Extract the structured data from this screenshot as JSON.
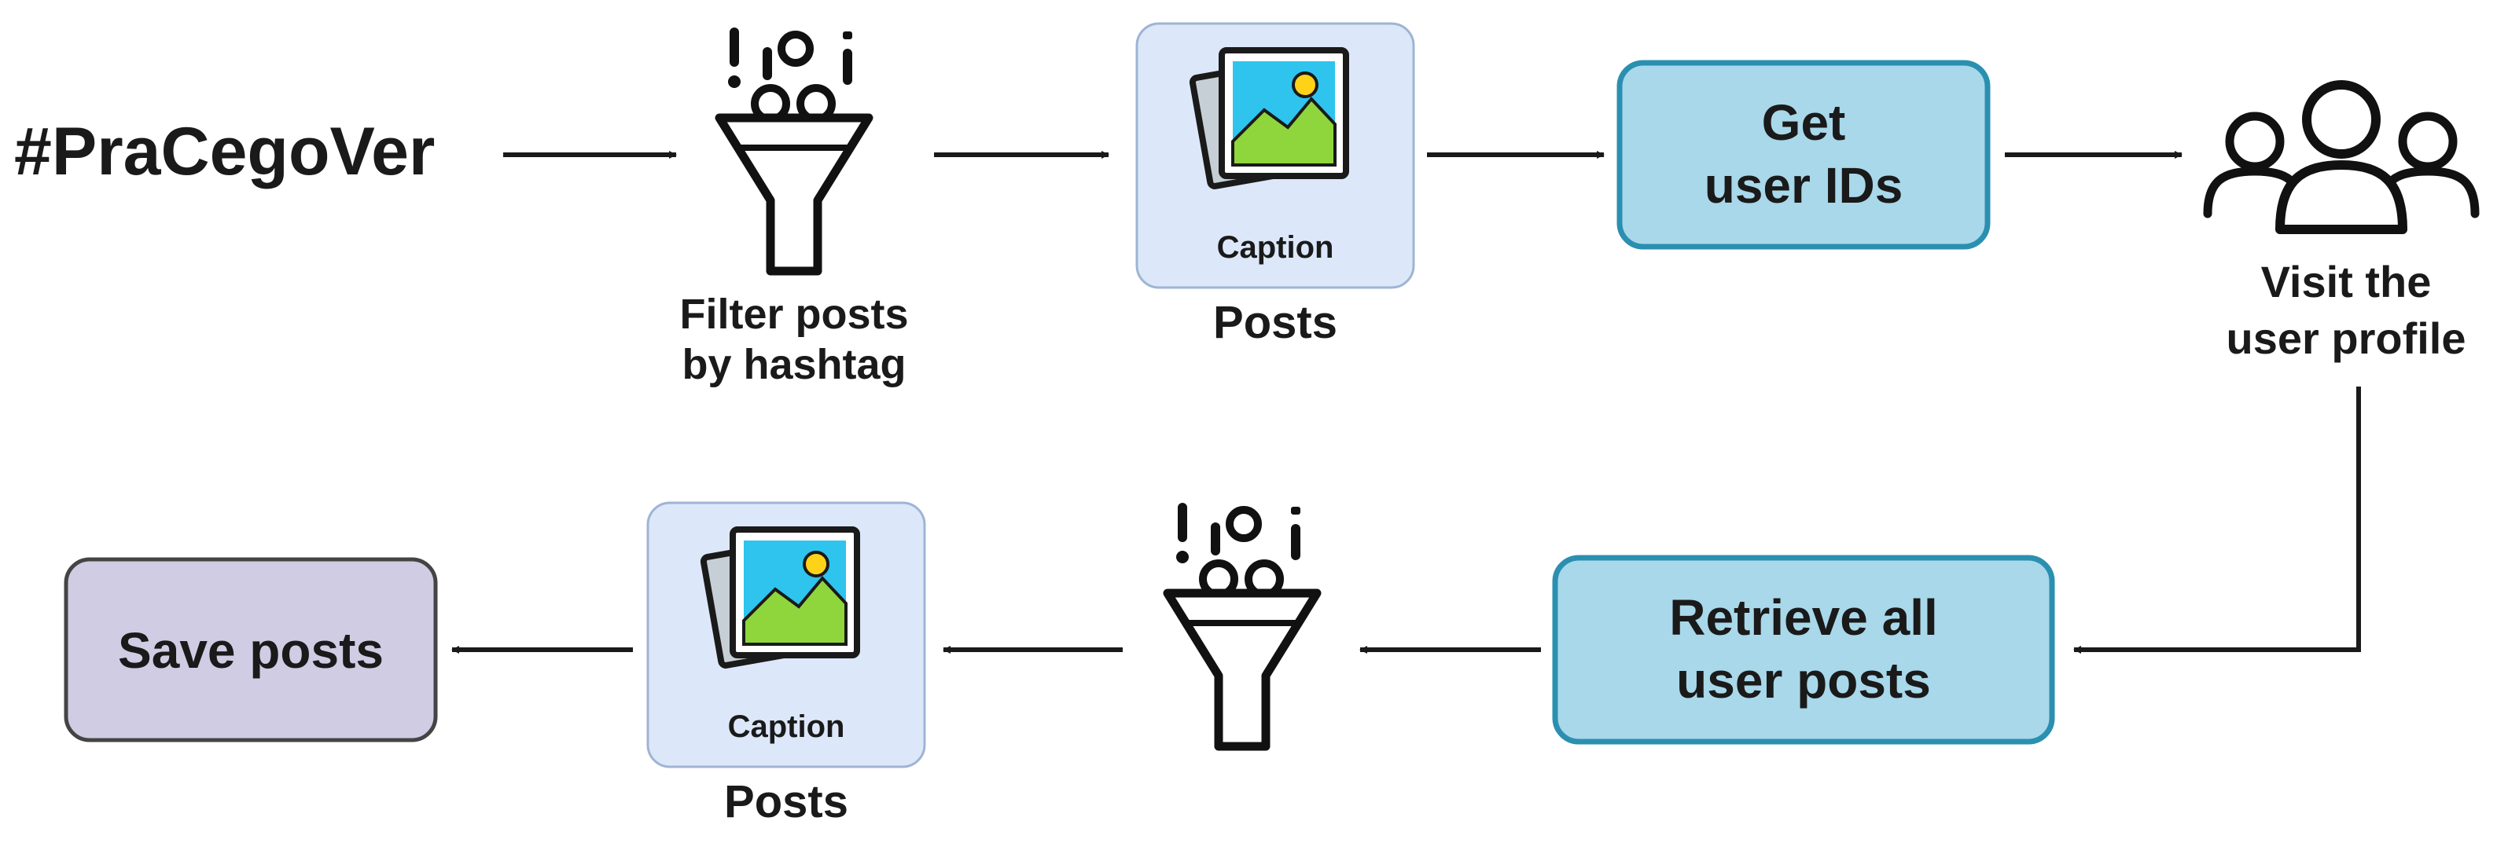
{
  "hashtag": "#PraCegoVer",
  "filter_top": {
    "line1": "Filter posts",
    "line2": "by hashtag"
  },
  "posts_card_top": {
    "caption": "Caption",
    "label": "Posts"
  },
  "get_ids_box": {
    "line1": "Get",
    "line2": "user IDs"
  },
  "users_node": {
    "line1": "Visit the",
    "line2": "user profile"
  },
  "retrieve_box": {
    "line1": "Retrieve all",
    "line2": "user posts"
  },
  "posts_card_bottom": {
    "caption": "Caption",
    "label": "Posts"
  },
  "save_box": {
    "label": "Save posts"
  },
  "colors": {
    "process_box_fill": "#a8d8ea",
    "process_box_stroke": "#2b8fb0",
    "save_box_fill": "#d0cce3",
    "save_box_stroke": "#444444",
    "card_fill": "#dce8f9",
    "card_stroke": "#9fb4d4",
    "photo_sky": "#2ec4ee",
    "photo_ground": "#8fd63c",
    "sun": "#ffd21a",
    "photo_back": "#c7cfd6",
    "arrow": "#1a1a1a"
  },
  "icons": [
    "funnel-icon",
    "photo-stack-icon",
    "users-icon"
  ]
}
